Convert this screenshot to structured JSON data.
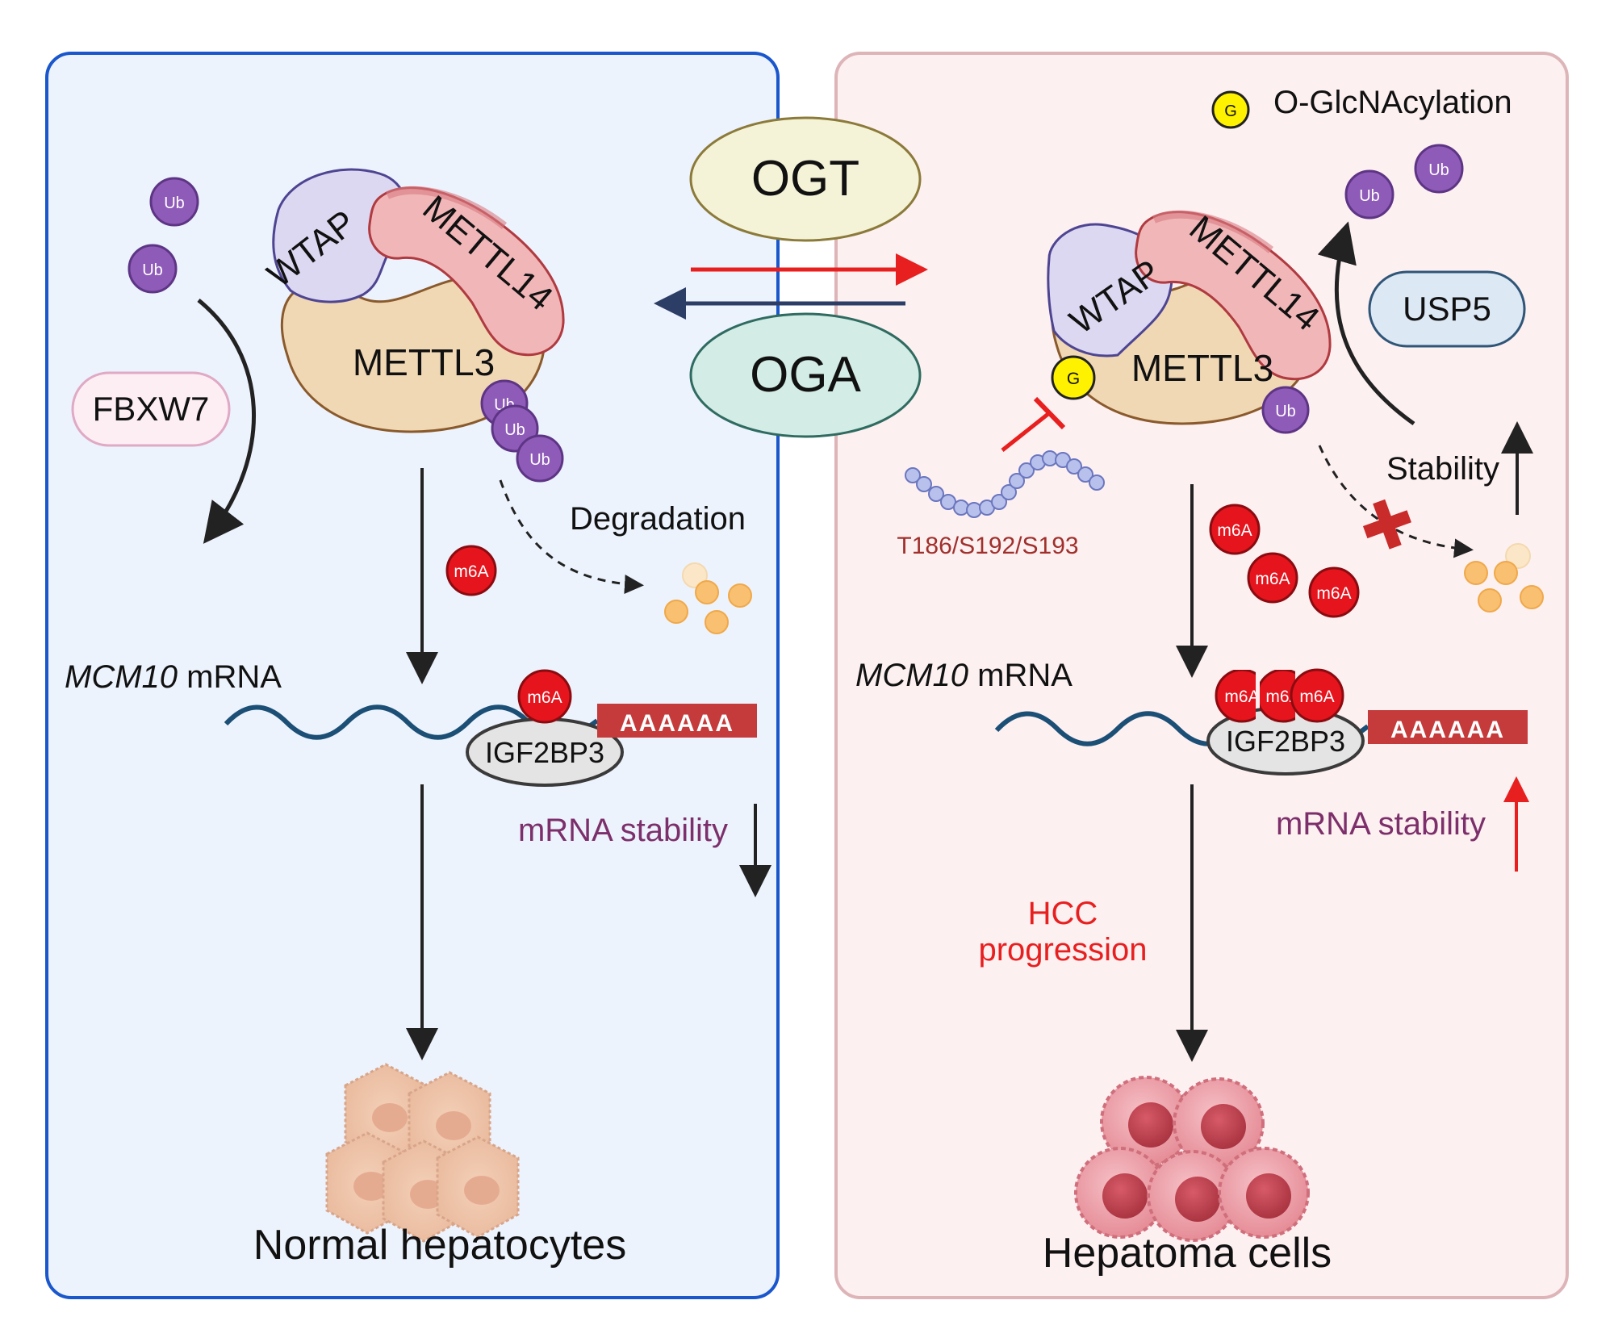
{
  "enzymes": {
    "ogt": "OGT",
    "oga": "OGA"
  },
  "legend": {
    "g_symbol": "G",
    "label": "O-GlcNAcylation"
  },
  "labels": {
    "ub": "Ub",
    "m6a": "m6A",
    "wtap": "WTAP",
    "mettl14": "METTL14",
    "mettl3": "METTL3",
    "igf2bp3": "IGF2BP3",
    "polya": "AAAAAA",
    "mrna_gene": "MCM10",
    "mrna_word": " mRNA",
    "mrna_stability": "mRNA stability"
  },
  "left_panel": {
    "ligase": "FBXW7",
    "degradation": "Degradation",
    "cells": "Normal hepatocytes"
  },
  "right_panel": {
    "dub": "USP5",
    "stability": "Stability",
    "sites": "T186/S192/S193",
    "hcc_line1": "HCC",
    "hcc_line2": "progression",
    "cells": "Hepatoma cells"
  },
  "colors": {
    "left_bg": "#ecf3fd",
    "left_border": "#1a56cc",
    "right_bg": "#fdf0f1",
    "right_border": "#ddb5b8",
    "ub": "#8f5bb8",
    "m6a": "#e5141d",
    "polya": "#c53a3a",
    "mrna": "#1c4f75",
    "highlight_red": "#e81f1f",
    "stability_text": "#7c2f6a"
  }
}
